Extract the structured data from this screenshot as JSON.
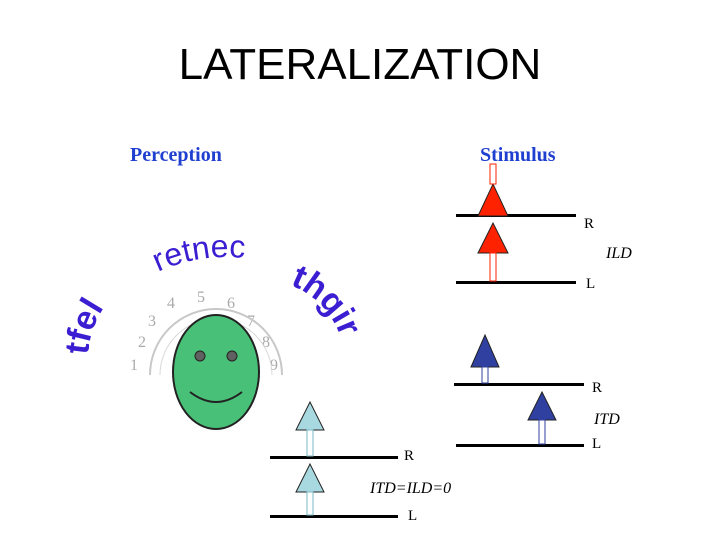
{
  "title": "LATERALIZATION",
  "perception_label": "Perception",
  "stimulus_label": "Stimulus",
  "arc_words": {
    "left": "tfel",
    "center": "retnec",
    "right": "thgir"
  },
  "scale_numbers": [
    "1",
    "2",
    "3",
    "4",
    "5",
    "6",
    "7",
    "8",
    "9"
  ],
  "ild_block": {
    "r": "R",
    "label": "ILD",
    "l": "L"
  },
  "itd_block": {
    "r": "R",
    "label": "ITD",
    "l": "L"
  },
  "zero_block": {
    "r": "R",
    "label": "ITD=ILD=0",
    "l": "L"
  },
  "colors": {
    "heading": "#1f3fd0",
    "red_arrow": "#ff2200",
    "blue_arrow": "#3040a0",
    "lightblue_arrow": "#a8d8e0",
    "face": "#48c078",
    "arc_text": "#3c1ed2",
    "number": "#aaaaaa"
  }
}
